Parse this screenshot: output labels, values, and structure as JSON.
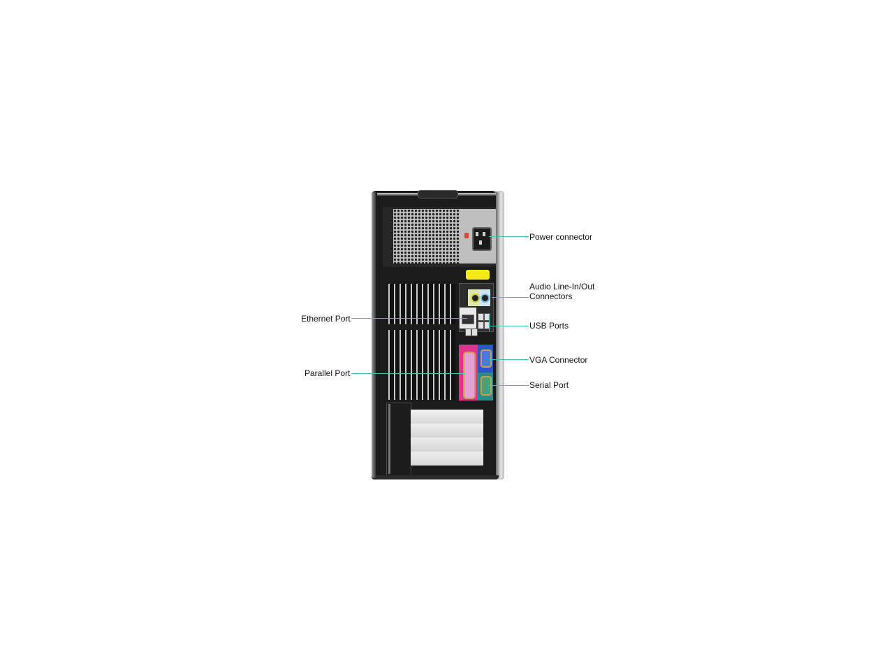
{
  "diagram": {
    "subject": "Desktop tower rear panel",
    "callouts": {
      "power": "Power connector",
      "audio_line1": "Audio Line-In/Out",
      "audio_line2": "Connectors",
      "usb": "USB Ports",
      "vga": "VGA Connector",
      "serial": "Serial Port",
      "ethernet": "Ethernet Port",
      "parallel": "Parallel Port"
    },
    "colors": {
      "leader_line": "#36c6c6",
      "chassis": "#1b1b1b",
      "parallel_panel": "#e0338e",
      "vga_panel": "#2d56c8",
      "serial_panel": "#2e8a86",
      "label_tag": "#f4ea1a"
    }
  }
}
